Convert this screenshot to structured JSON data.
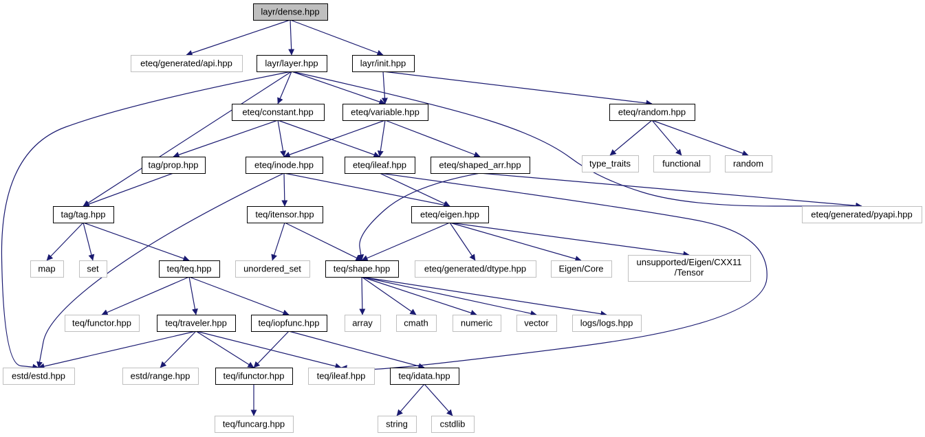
{
  "colors": {
    "edge": "#191970",
    "root_fill": "#bfbfbf",
    "documented_border": "#000000",
    "external_border": "#bfbfbf",
    "text": "#000000"
  },
  "nodes": [
    {
      "id": "dense",
      "label": "layr/dense.hpp",
      "kind": "root"
    },
    {
      "id": "api",
      "label": "eteq/generated/api.hpp",
      "kind": "external"
    },
    {
      "id": "layer",
      "label": "layr/layer.hpp",
      "kind": "documented"
    },
    {
      "id": "init",
      "label": "layr/init.hpp",
      "kind": "documented"
    },
    {
      "id": "constant",
      "label": "eteq/constant.hpp",
      "kind": "documented"
    },
    {
      "id": "variable",
      "label": "eteq/variable.hpp",
      "kind": "documented"
    },
    {
      "id": "random",
      "label": "eteq/random.hpp",
      "kind": "documented"
    },
    {
      "id": "prop",
      "label": "tag/prop.hpp",
      "kind": "documented"
    },
    {
      "id": "inode",
      "label": "eteq/inode.hpp",
      "kind": "documented"
    },
    {
      "id": "eileaf",
      "label": "eteq/ileaf.hpp",
      "kind": "documented"
    },
    {
      "id": "shaped",
      "label": "eteq/shaped_arr.hpp",
      "kind": "documented"
    },
    {
      "id": "type_traits",
      "label": "type_traits",
      "kind": "external"
    },
    {
      "id": "functional",
      "label": "functional",
      "kind": "external"
    },
    {
      "id": "randomlib",
      "label": "random",
      "kind": "external"
    },
    {
      "id": "tag",
      "label": "tag/tag.hpp",
      "kind": "documented"
    },
    {
      "id": "itensor",
      "label": "teq/itensor.hpp",
      "kind": "documented"
    },
    {
      "id": "eigen",
      "label": "eteq/eigen.hpp",
      "kind": "documented"
    },
    {
      "id": "pyapi",
      "label": "eteq/generated/pyapi.hpp",
      "kind": "external"
    },
    {
      "id": "map",
      "label": "map",
      "kind": "external"
    },
    {
      "id": "set",
      "label": "set",
      "kind": "external"
    },
    {
      "id": "teq",
      "label": "teq/teq.hpp",
      "kind": "documented"
    },
    {
      "id": "unordered_set",
      "label": "unordered_set",
      "kind": "external"
    },
    {
      "id": "shape",
      "label": "teq/shape.hpp",
      "kind": "documented"
    },
    {
      "id": "dtype",
      "label": "eteq/generated/dtype.hpp",
      "kind": "external"
    },
    {
      "id": "eigencore",
      "label": "Eigen/Core",
      "kind": "external"
    },
    {
      "id": "tensor",
      "label": "unsupported/Eigen/CXX11",
      "label2": "/Tensor",
      "kind": "external"
    },
    {
      "id": "functor",
      "label": "teq/functor.hpp",
      "kind": "external"
    },
    {
      "id": "traveler",
      "label": "teq/traveler.hpp",
      "kind": "documented"
    },
    {
      "id": "iopfunc",
      "label": "teq/iopfunc.hpp",
      "kind": "documented"
    },
    {
      "id": "array",
      "label": "array",
      "kind": "external"
    },
    {
      "id": "cmath",
      "label": "cmath",
      "kind": "external"
    },
    {
      "id": "numeric",
      "label": "numeric",
      "kind": "external"
    },
    {
      "id": "vector",
      "label": "vector",
      "kind": "external"
    },
    {
      "id": "logs",
      "label": "logs/logs.hpp",
      "kind": "external"
    },
    {
      "id": "estd",
      "label": "estd/estd.hpp",
      "kind": "external"
    },
    {
      "id": "range",
      "label": "estd/range.hpp",
      "kind": "external"
    },
    {
      "id": "ifunctor",
      "label": "teq/ifunctor.hpp",
      "kind": "documented"
    },
    {
      "id": "tileaf",
      "label": "teq/ileaf.hpp",
      "kind": "external"
    },
    {
      "id": "idata",
      "label": "teq/idata.hpp",
      "kind": "documented"
    },
    {
      "id": "funcarg",
      "label": "teq/funcarg.hpp",
      "kind": "external"
    },
    {
      "id": "string",
      "label": "string",
      "kind": "external"
    },
    {
      "id": "cstdlib",
      "label": "cstdlib",
      "kind": "external"
    }
  ],
  "edges": [
    [
      "dense",
      "api"
    ],
    [
      "dense",
      "layer"
    ],
    [
      "dense",
      "init"
    ],
    [
      "layer",
      "estd"
    ],
    [
      "layer",
      "tag"
    ],
    [
      "layer",
      "constant"
    ],
    [
      "layer",
      "variable"
    ],
    [
      "layer",
      "pyapi"
    ],
    [
      "init",
      "variable"
    ],
    [
      "init",
      "random"
    ],
    [
      "constant",
      "prop"
    ],
    [
      "constant",
      "inode"
    ],
    [
      "constant",
      "eileaf"
    ],
    [
      "variable",
      "inode"
    ],
    [
      "variable",
      "eileaf"
    ],
    [
      "variable",
      "shaped"
    ],
    [
      "random",
      "type_traits"
    ],
    [
      "random",
      "functional"
    ],
    [
      "random",
      "randomlib"
    ],
    [
      "prop",
      "tag"
    ],
    [
      "inode",
      "estd"
    ],
    [
      "inode",
      "itensor"
    ],
    [
      "inode",
      "eigen"
    ],
    [
      "eileaf",
      "eigen"
    ],
    [
      "eileaf",
      "tileaf"
    ],
    [
      "shaped",
      "shape"
    ],
    [
      "shaped",
      "pyapi"
    ],
    [
      "tag",
      "map"
    ],
    [
      "tag",
      "set"
    ],
    [
      "tag",
      "teq"
    ],
    [
      "itensor",
      "unordered_set"
    ],
    [
      "itensor",
      "shape"
    ],
    [
      "eigen",
      "shape"
    ],
    [
      "eigen",
      "dtype"
    ],
    [
      "eigen",
      "eigencore"
    ],
    [
      "eigen",
      "tensor"
    ],
    [
      "teq",
      "functor"
    ],
    [
      "teq",
      "traveler"
    ],
    [
      "teq",
      "iopfunc"
    ],
    [
      "shape",
      "array"
    ],
    [
      "shape",
      "cmath"
    ],
    [
      "shape",
      "numeric"
    ],
    [
      "shape",
      "vector"
    ],
    [
      "shape",
      "logs"
    ],
    [
      "traveler",
      "estd"
    ],
    [
      "traveler",
      "range"
    ],
    [
      "traveler",
      "ifunctor"
    ],
    [
      "traveler",
      "tileaf"
    ],
    [
      "iopfunc",
      "ifunctor"
    ],
    [
      "iopfunc",
      "idata"
    ],
    [
      "ifunctor",
      "funcarg"
    ],
    [
      "idata",
      "string"
    ],
    [
      "idata",
      "cstdlib"
    ]
  ]
}
